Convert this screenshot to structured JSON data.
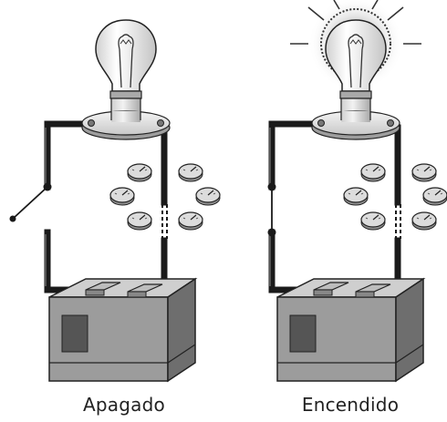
{
  "panels": [
    {
      "id": "off",
      "caption": "Apagado",
      "switch_state": "open",
      "bulb_lit": false
    },
    {
      "id": "on",
      "caption": "Encendido",
      "switch_state": "closed",
      "bulb_lit": true
    }
  ],
  "colors": {
    "wire": "#1a1a1a",
    "metal_light": "#e6e6e6",
    "metal_mid": "#bdbdbd",
    "metal_dark": "#8a8a8a",
    "battery_face": "#9a9a9a",
    "glow": "#d8d8d8"
  },
  "icons": [
    "light-bulb-icon",
    "battery-icon",
    "electron-icon",
    "switch-icon"
  ]
}
